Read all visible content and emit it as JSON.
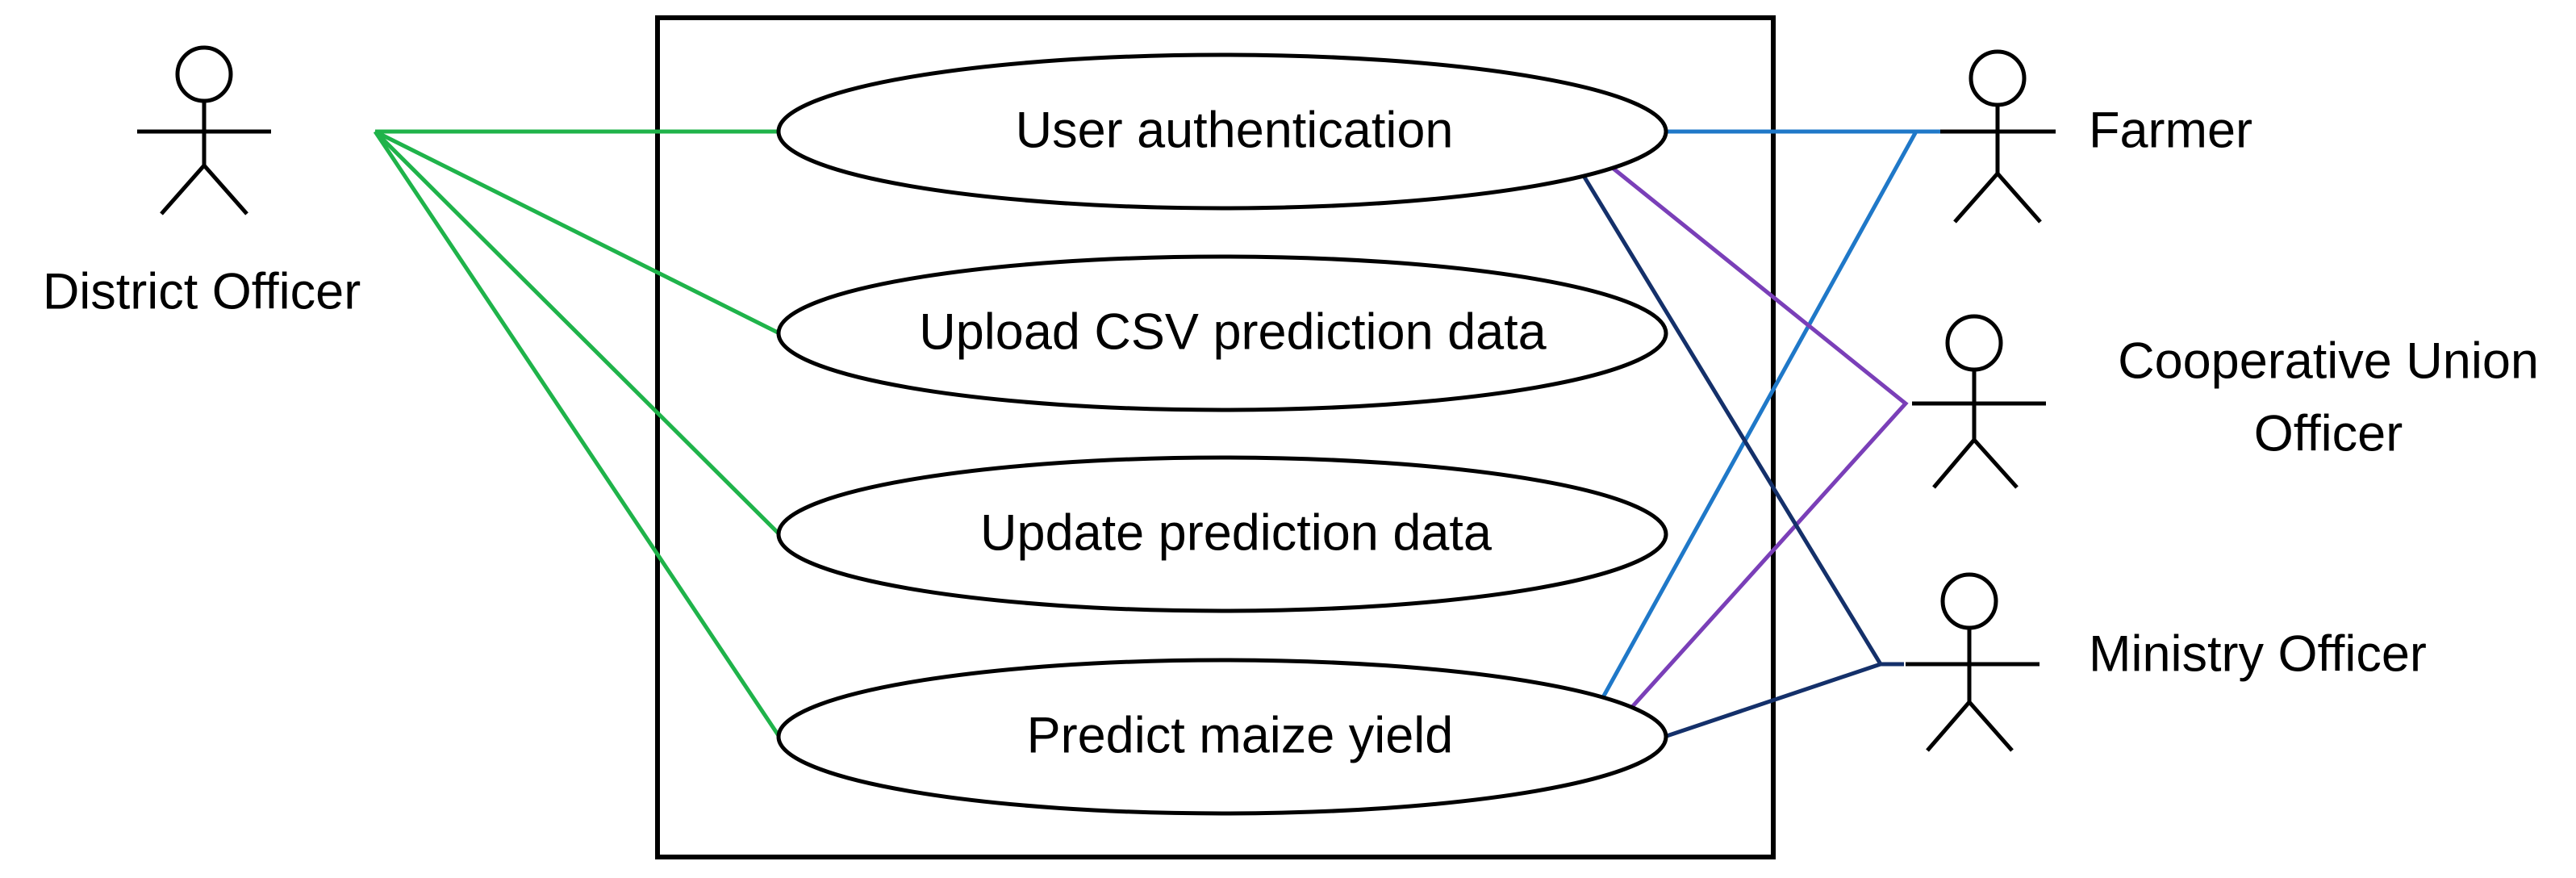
{
  "use_cases": {
    "auth": "User authentication",
    "upload": "Upload CSV prediction data",
    "update": "Update prediction data",
    "predict": "Predict maize yield"
  },
  "actors": {
    "district": "District Officer",
    "farmer": "Farmer",
    "coop_line1": "Cooperative Union",
    "coop_line2": "Officer",
    "ministry": "Ministry Officer"
  },
  "colors": {
    "district_links": "#1fb34a",
    "farmer_links": "#1f78c8",
    "coop_links": "#7a3fb8",
    "ministry_links": "#14306a"
  }
}
